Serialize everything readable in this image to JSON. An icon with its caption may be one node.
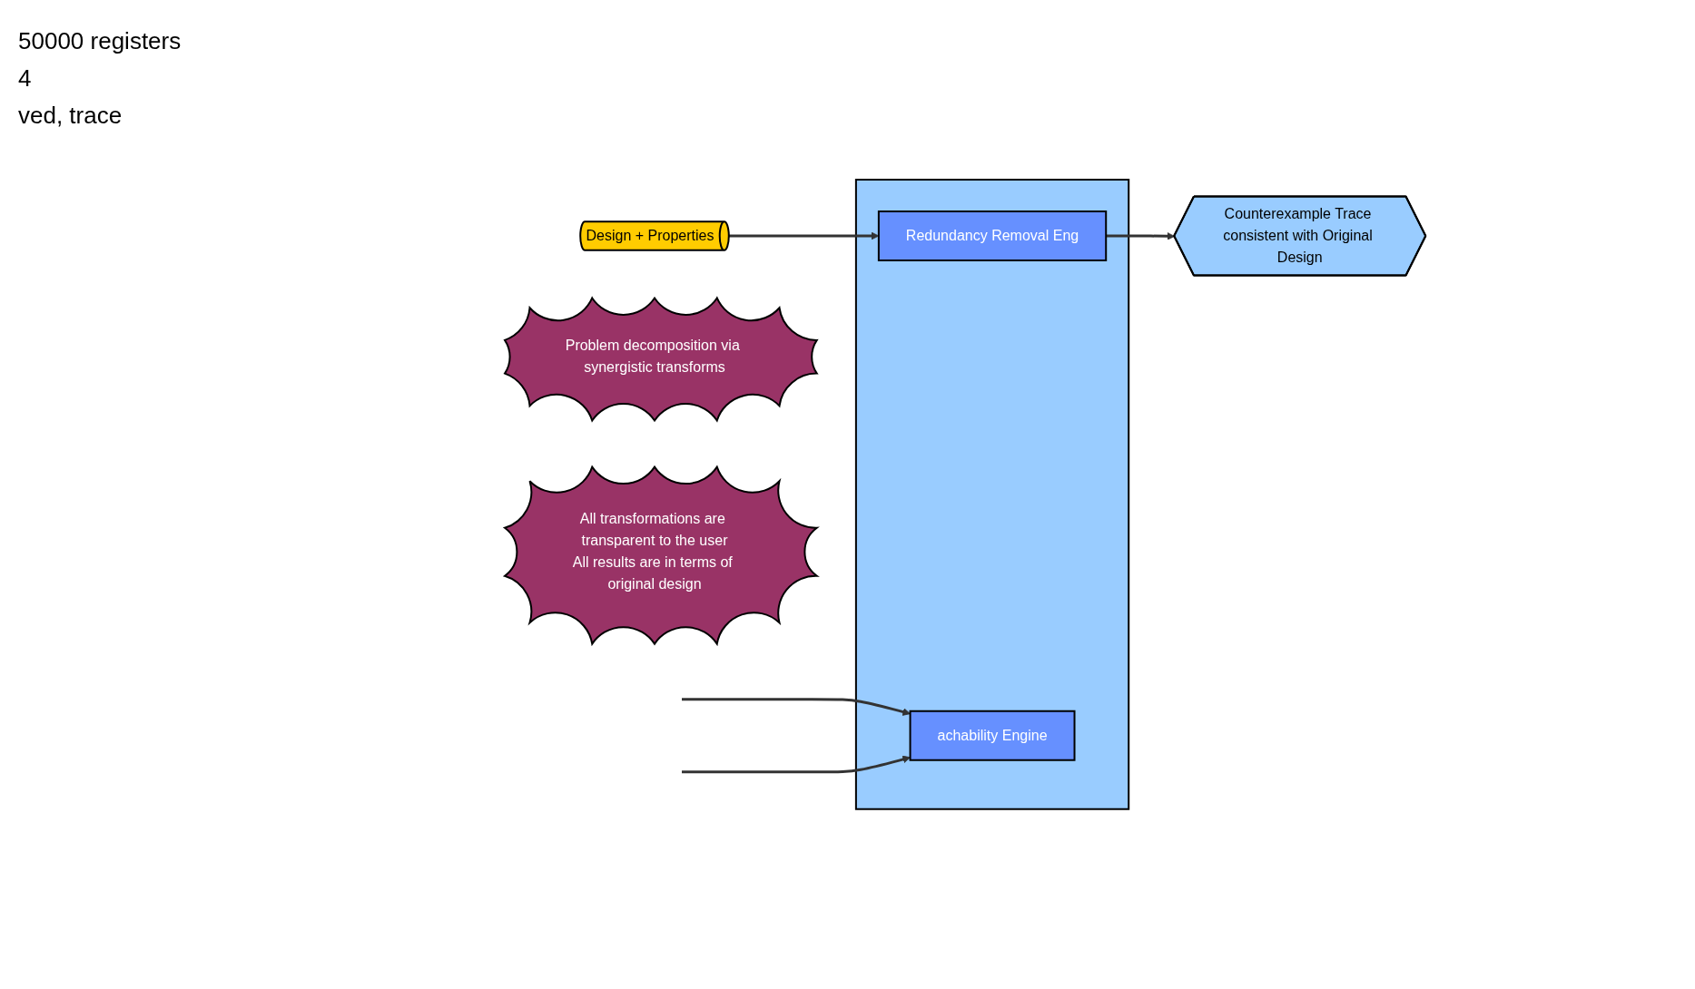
{
  "diagram": {
    "nodes": [
      {
        "text": [
          "Design + Properties"
        ]
      },
      {
        "text": [
          "Counterexample Trace consistent with Original Design"
        ]
      },
      {
        "text": [],
        "shape": "box"
      },
      {
        "text": [
          "Redundancy Removal Eng"
        ],
        "in": 2
      },
      {
        "text": [
          "achability Engine"
        ],
        "in": 2
      },
      {
        "text": [
          "Problem decomposition via synergistic transforms"
        ]
      },
      {
        "text": [
          "All transformations are transparent to the user",
          "All results are in terms of original design"
        ]
      }
    ],
    "edges": [
      {
        "from": 0,
        "to": 3,
        "arrow": "to"
      },
      {
        "from": 3,
        "to": 1,
        "arrow": "to"
      },
      {
        "from": null,
        "to": 4,
        "arrow": "to"
      },
      {
        "from": null,
        "to": 4,
        "arrow": "to"
      }
    ],
    "labels": [
      "50000 registers",
      "4",
      "ved, trace"
    ]
  }
}
